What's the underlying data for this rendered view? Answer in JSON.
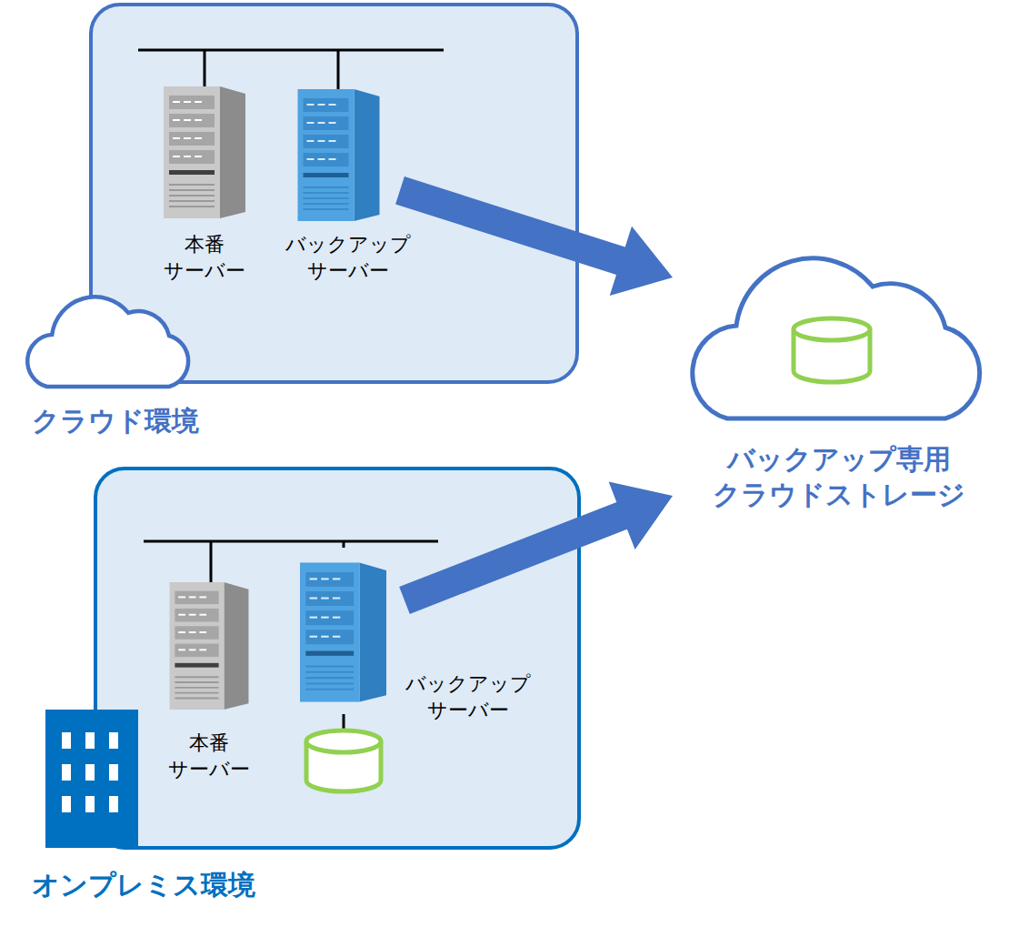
{
  "diagram": {
    "nodes": [
      {
        "text": [
          "クラウド環境"
        ]
      },
      {
        "text": [
          "本番 サーバー"
        ],
        "in": 0
      },
      {
        "text": [
          "バックアップ サーバー"
        ],
        "in": 0
      },
      {
        "text": [
          "バックアップ専用 クラウドストレージ"
        ]
      },
      {
        "text": [
          "オンプレミス環境"
        ]
      },
      {
        "text": [
          "本番 サーバー"
        ],
        "in": 4
      },
      {
        "text": [
          "バックアップ サーバー"
        ],
        "in": 4
      }
    ],
    "edges": [
      {
        "from": 2,
        "to": 3,
        "arrow": "to"
      },
      {
        "from": 6,
        "to": 3,
        "arrow": "to"
      }
    ]
  }
}
